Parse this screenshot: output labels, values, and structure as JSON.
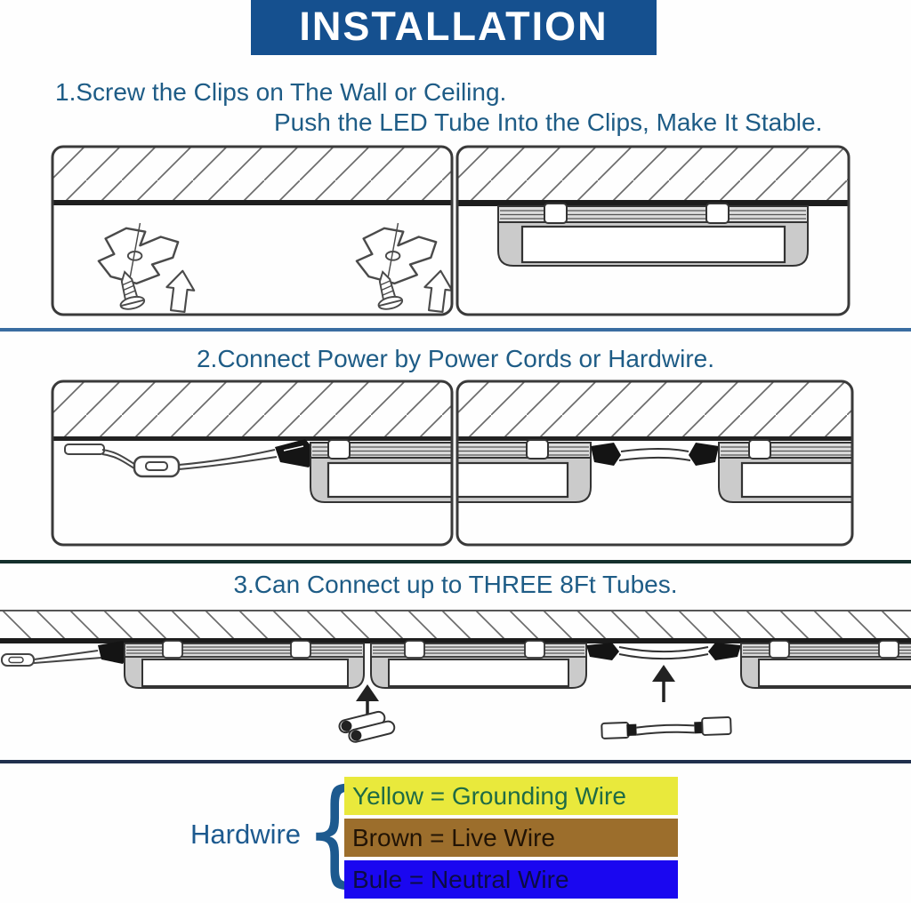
{
  "header": {
    "title": "INSTALLATION",
    "background": "#15508f",
    "text_color": "#ffffff"
  },
  "heading_text_color": "#1e5c86",
  "steps": {
    "step1": {
      "line1": "1.Screw the Clips on The Wall or Ceiling.",
      "line2": "Push the LED Tube Into the Clips, Make It Stable."
    },
    "step2": {
      "title": "2.Connect Power by Power Cords or Hardwire."
    },
    "step3": {
      "title": "3.Can Connect up to THREE 8Ft Tubes."
    }
  },
  "icons": {
    "clip_screw": "clip-screw-icon",
    "arrow_up": "arrow-up-icon",
    "led_tube": "led-tube-icon",
    "power_cord_switch": "power-cord-switch-icon",
    "tube_joint_connector": "double-connector-icon",
    "connector_cable": "connector-cable-icon"
  },
  "legend": {
    "label": "Hardwire",
    "brace": "{",
    "items": [
      {
        "text": "Yellow = Grounding Wire",
        "background": "#e9e93c",
        "text_color": "#1e6b45"
      },
      {
        "text": "Brown = Live Wire",
        "background": "#9c6e2c",
        "text_color": "#221405"
      },
      {
        "text": "Bule = Neutral Wire",
        "background": "#1a07f0",
        "text_color": "#0c0c45"
      }
    ]
  },
  "divider_colors": [
    "#3a6da1",
    "#14302c",
    "#20304d"
  ]
}
